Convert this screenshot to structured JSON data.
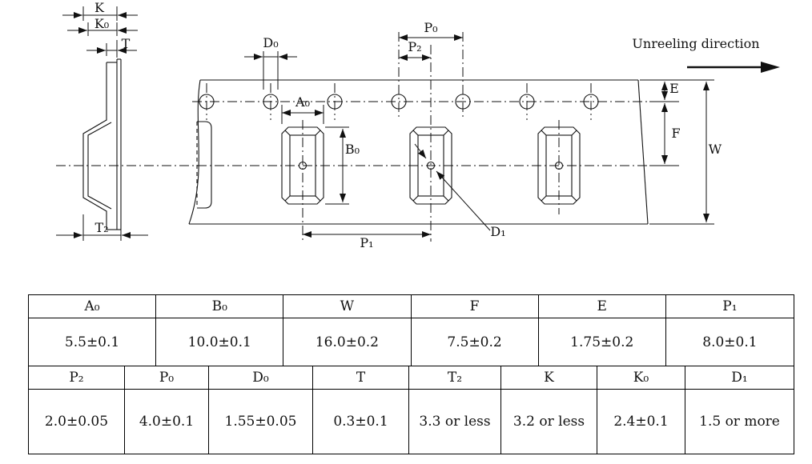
{
  "diagram": {
    "unreeling_label": "Unreeling direction",
    "labels": {
      "K": "K",
      "K0": "K₀",
      "T": "T",
      "T2": "T₂",
      "P0": "P₀",
      "P2": "P₂",
      "D0": "D₀",
      "A0": "A₀",
      "B0": "B₀",
      "E": "E",
      "F": "F",
      "W": "W",
      "P1": "P₁",
      "D1": "D₁"
    }
  },
  "table": {
    "row1_headers": [
      "A₀",
      "B₀",
      "W",
      "F",
      "E",
      "P₁"
    ],
    "row1_values": [
      "5.5±0.1",
      "10.0±0.1",
      "16.0±0.2",
      "7.5±0.2",
      "1.75±0.2",
      "8.0±0.1"
    ],
    "row2_headers": [
      "P₂",
      "P₀",
      "D₀",
      "T",
      "T₂",
      "K",
      "K₀",
      "D₁"
    ],
    "row2_values": [
      "2.0±0.05",
      "4.0±0.1",
      "1.55±0.05",
      "0.3±0.1",
      "3.3 or less",
      "3.2 or less",
      "2.4±0.1",
      "1.5 or more"
    ]
  }
}
